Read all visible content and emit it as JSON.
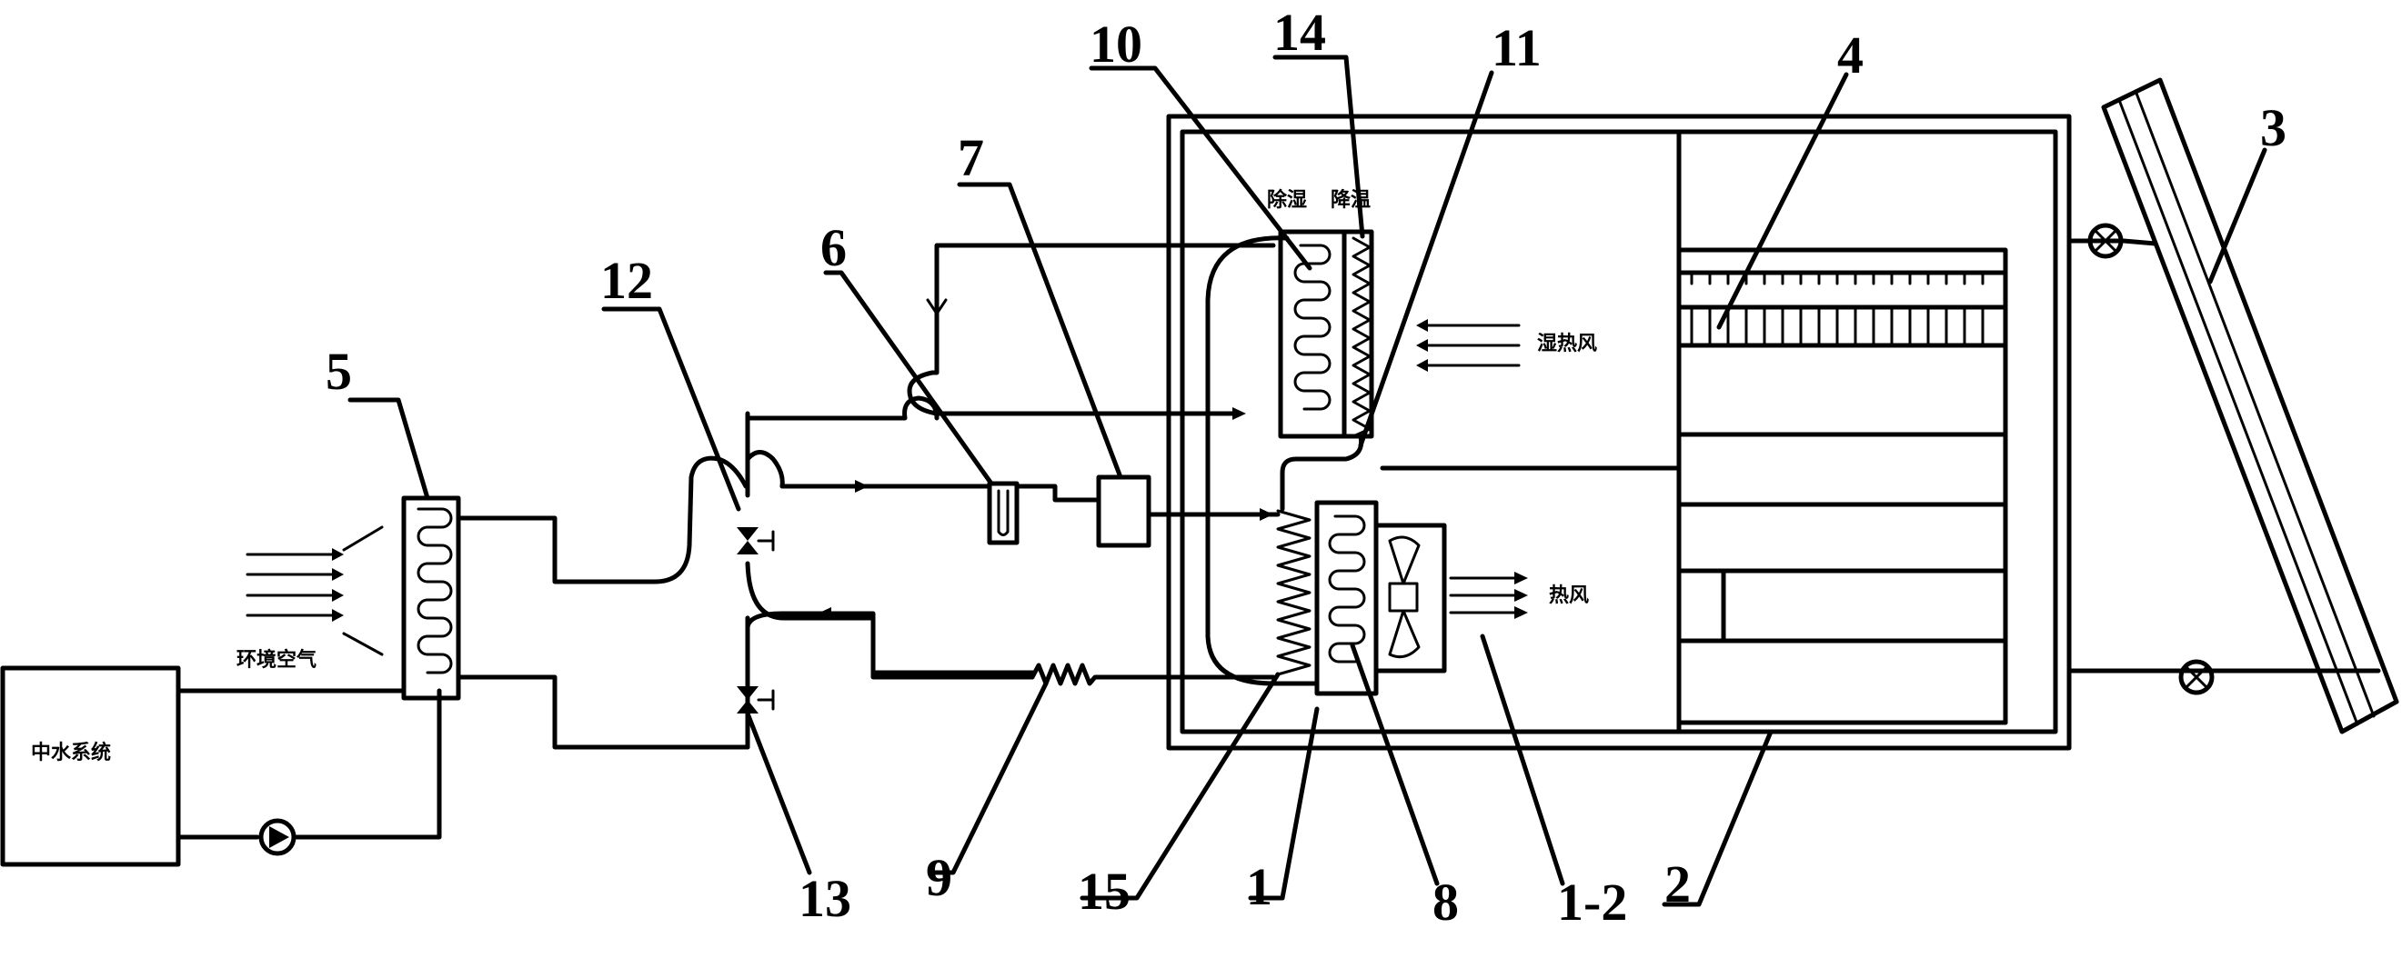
{
  "labels": {
    "n1": "1",
    "n1_2": "1-2",
    "n2": "2",
    "n3": "3",
    "n4": "4",
    "n5": "5",
    "n6": "6",
    "n7": "7",
    "n8": "8",
    "n9": "9",
    "n10": "10",
    "n11": "11",
    "n12": "12",
    "n13": "13",
    "n14": "14",
    "n15": "15"
  },
  "text": {
    "greywater_system": "中水系统",
    "ambient_air": "环境空气",
    "cool_label": "降温",
    "dehumid_label": "除湿",
    "humid_hot_air": "湿热风",
    "hot_air": "热风"
  }
}
